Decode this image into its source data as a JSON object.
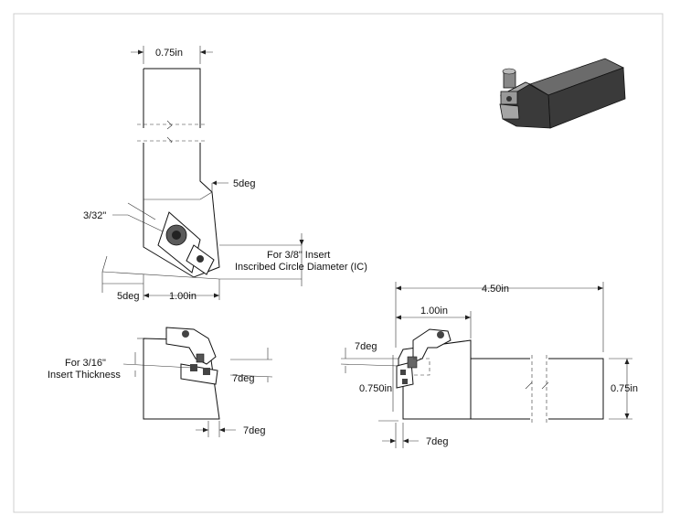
{
  "labels": {
    "top_width": "0.75in",
    "top_angle": "5deg",
    "nose_radius": "3/32\"",
    "ic_note_line1": "For 3/8\" Insert",
    "ic_note_line2": "Inscribed Circle Diameter (IC)",
    "bottom_angle": "5deg",
    "offset_length": "1.00in",
    "front_thickness_line1": "For 3/16\"",
    "front_thickness_line2": "Insert Thickness",
    "front_angle_right": "7deg",
    "front_angle_bottom": "7deg",
    "side_total_length": "4.50in",
    "side_offset_length": "1.00in",
    "side_angle_top": "7deg",
    "side_height": "0.750in",
    "side_shank_height": "0.75in",
    "side_angle_bottom": "7deg"
  },
  "colors": {
    "line": "#222222",
    "render_dark": "#3a3a3a",
    "render_mid": "#6b6b6b",
    "render_light": "#a5a5a5"
  }
}
